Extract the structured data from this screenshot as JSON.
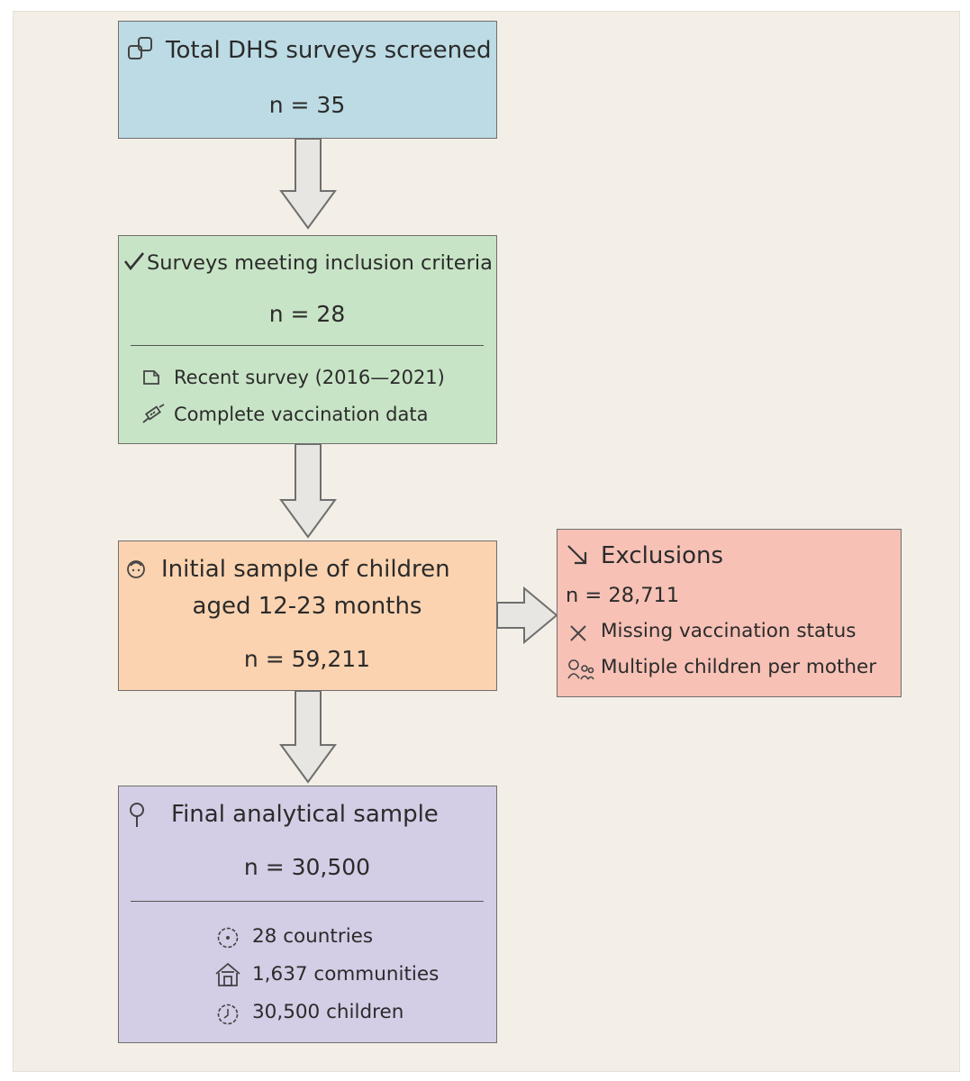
{
  "boxes": {
    "total": {
      "title": "Total DHS surveys screened",
      "n": "n = 35",
      "icon": "copy-icon",
      "fill": "#bcdbe4"
    },
    "criteria": {
      "title": "Surveys meeting inclusion criteria",
      "n": "n = 28",
      "icon": "checkmark-icon",
      "fill": "#c8e4c6",
      "items": [
        {
          "label": "Recent survey (2016—2021)",
          "icon": "document-icon"
        },
        {
          "label": "Complete vaccination data",
          "icon": "syringe-icon"
        }
      ]
    },
    "initial": {
      "title_line1": "Initial sample of children",
      "title_line2": "aged 12-23 months",
      "n": "n = 59,211",
      "icon": "child-face-icon",
      "fill": "#fbd3b0"
    },
    "exclusions": {
      "title": "Exclusions",
      "n": "n = 28,711",
      "icon": "arrow-down-right-icon",
      "fill": "#f7c1b6",
      "items": [
        {
          "label": "Missing vaccination status",
          "icon": "x-icon"
        },
        {
          "label": "Multiple children per mother",
          "icon": "family-icon"
        }
      ]
    },
    "final": {
      "title": "Final analytical sample",
      "n": "n = 30,500",
      "icon": "location-pin-icon",
      "fill": "#d3cde5",
      "items": [
        {
          "label": "28 countries",
          "icon": "globe-icon"
        },
        {
          "label": "1,637 communities",
          "icon": "house-icon"
        },
        {
          "label": "30,500 children",
          "icon": "clock-icon"
        }
      ]
    }
  },
  "colors": {
    "arrow_fill": "#e7e6e2",
    "arrow_stroke": "#6f6f6f",
    "border": "#6f6f6f"
  }
}
